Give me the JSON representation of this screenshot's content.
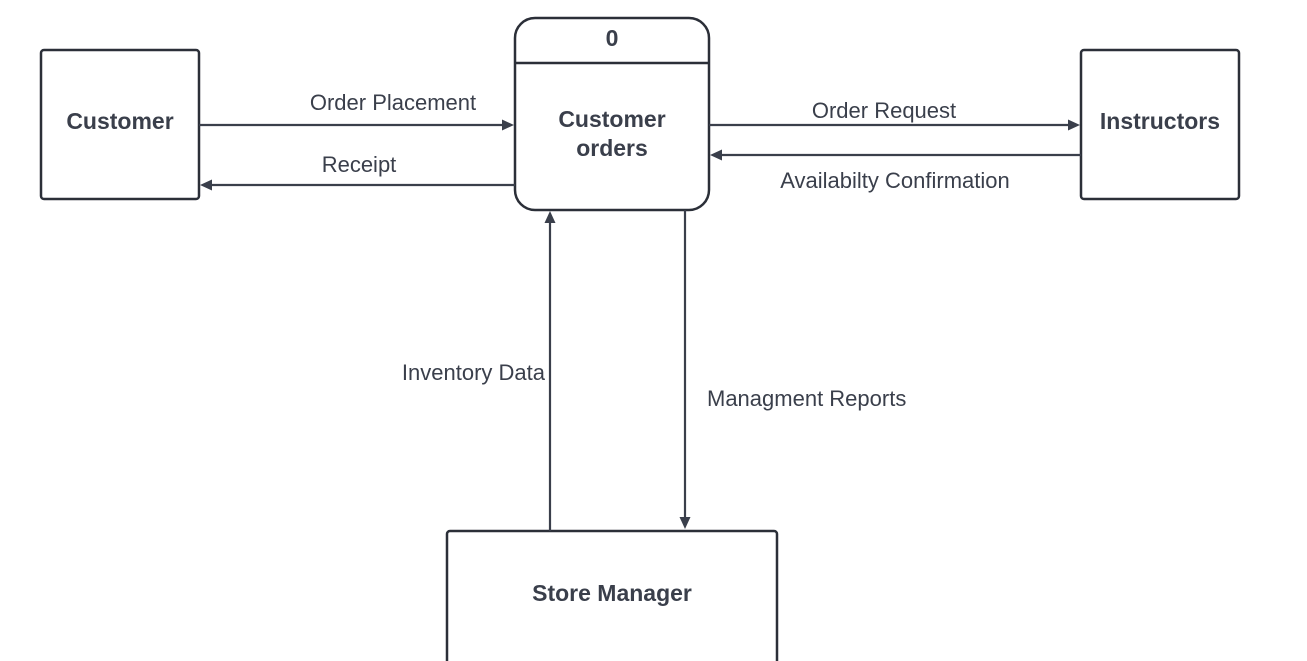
{
  "entities": {
    "customer": "Customer",
    "instructors": "Instructors",
    "store_manager": "Store Manager"
  },
  "process": {
    "id": "0",
    "name_line1": "Customer",
    "name_line2": "orders"
  },
  "flows": {
    "order_placement": "Order Placement",
    "receipt": "Receipt",
    "order_request": "Order Request",
    "availability_confirmation": "Availabilty Confirmation",
    "inventory_data": "Inventory Data",
    "management_reports": "Managment Reports"
  },
  "colors": {
    "stroke": "#2b2f38",
    "text": "#3a3f4b",
    "background": "#ffffff"
  }
}
